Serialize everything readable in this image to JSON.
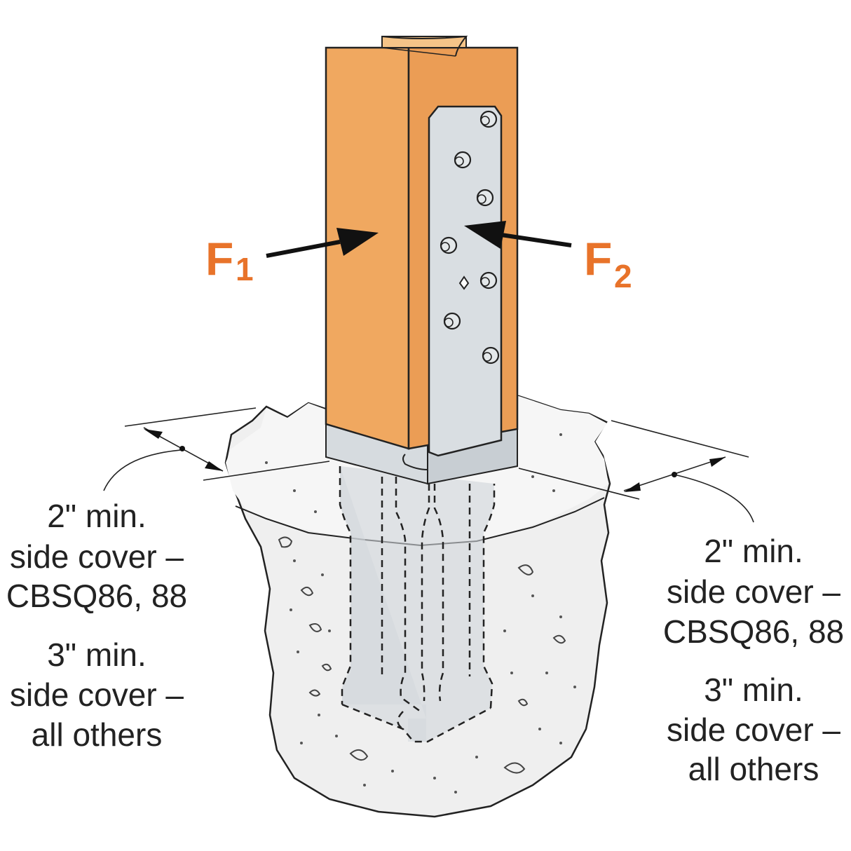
{
  "forces": [
    {
      "letter": "F",
      "sub": "1"
    },
    {
      "letter": "F",
      "sub": "2"
    }
  ],
  "labels": {
    "left": {
      "line1": "2\" min.",
      "line2": "side cover –",
      "line3": "CBSQ86, 88",
      "line4": "3\" min.",
      "line5": "side cover –",
      "line6": "all others"
    },
    "right": {
      "line1": "2\" min.",
      "line2": "side cover –",
      "line3": "CBSQ86, 88",
      "line4": "3\" min.",
      "line5": "side cover –",
      "line6": "all others"
    }
  },
  "colors": {
    "force_label": "#e8732a",
    "wood_front": "#f0a860",
    "wood_side": "#e89a50",
    "wood_top": "#f5c488",
    "concrete": "#eeeeee",
    "steel": "#d4d9dd",
    "arrow": "#111111"
  }
}
